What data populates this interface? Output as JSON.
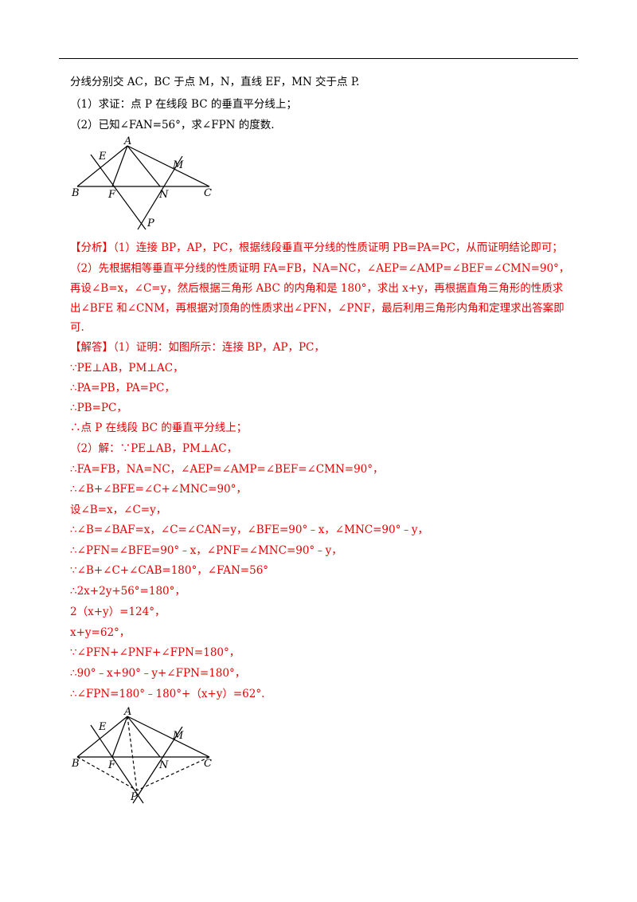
{
  "problem": {
    "lines": [
      "分线分别交 AC，BC 于点 M，N，直线 EF，MN 交于点 P.",
      "（1）求证：点 P 在线段 BC 的垂直平分线上；",
      "（2）已知∠FAN=56°，求∠FPN 的度数."
    ]
  },
  "figure1": {
    "labels": [
      "A",
      "E",
      "M",
      "B",
      "F",
      "N",
      "C",
      "P"
    ]
  },
  "analysis": {
    "lines": [
      "【分析】（1）连接 BP，AP，PC，根据线段垂直平分线的性质证明 PB=PA=PC，从而证明结论即可；",
      "（2）先根据相等垂直平分线的性质证明 FA=FB，NA=NC，∠AEP=∠AMP=∠BEF=∠CMN=90°，",
      "再设∠B=x，∠C=y，然后根据三角形 ABC 的内角和是 180°，求出 x+y，再根据直角三角形的性质求",
      "出∠BFE 和∠CNM，再根据对顶角的性质求出∠PFN，∠PNF，最后利用三角形内角和定理求出答案即",
      "可."
    ]
  },
  "solution": {
    "lines": [
      "【解答】（1）证明：如图所示：连接 BP，AP，PC，",
      "∵PE⊥AB，PM⊥AC，",
      "∴PA=PB，PA=PC，",
      "∴PB=PC，",
      "∴点 P 在线段 BC 的垂直平分线上；",
      "（2）解：∵PE⊥AB，PM⊥AC，",
      "∴FA=FB，NA=NC，∠AEP=∠AMP=∠BEF=∠CMN=90°，",
      "∴∠B+∠BFE=∠C+∠MNC=90°，",
      "设∠B=x，∠C=y，",
      "∴∠B=∠BAF=x，∠C=∠CAN=y，∠BFE=90°﹣x，∠MNC=90°﹣y，",
      "∴∠PFN=∠BFE=90°﹣x，∠PNF=∠MNC=90°﹣y，",
      "∵∠B+∠C+∠CAB=180°，∠FAN=56°",
      "∴2x+2y+56°=180°，",
      "2（x+y）=124°，",
      "x+y=62°，",
      "∵∠PFN+∠PNF+∠FPN=180°，",
      "∴90°﹣x+90°﹣y+∠FPN=180°，",
      "∴∠FPN=180°﹣180°+（x+y）=62°."
    ]
  },
  "figure2": {
    "labels": [
      "A",
      "E",
      "M",
      "B",
      "F",
      "N",
      "C",
      "P"
    ]
  }
}
